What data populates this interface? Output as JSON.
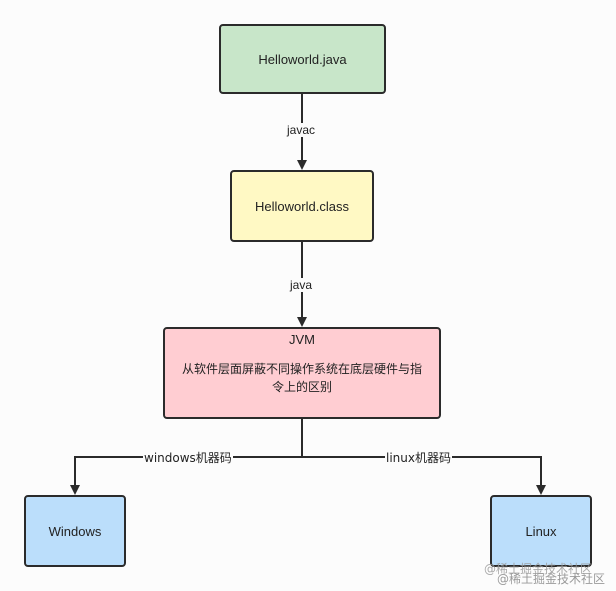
{
  "nodes": {
    "java_source": {
      "label": "Helloworld.java",
      "fill": "#c8e6c9"
    },
    "class_file": {
      "label": "Helloworld.class",
      "fill": "#fff9c4"
    },
    "jvm": {
      "title": "JVM",
      "description": "从软件层面屏蔽不同操作系统在底层硬件与指令上的区别",
      "fill": "#ffcdd2"
    },
    "windows": {
      "label": "Windows",
      "fill": "#bbdefb"
    },
    "linux": {
      "label": "Linux",
      "fill": "#bbdefb"
    }
  },
  "edges": {
    "java_to_class": {
      "label": "javac"
    },
    "class_to_jvm": {
      "label": "java"
    },
    "jvm_to_windows": {
      "label": "windows机器码"
    },
    "jvm_to_linux": {
      "label": "linux机器码"
    }
  },
  "watermark": {
    "line1": "@稀土掘金技术社区",
    "line2": "@稀土掘金技术社区"
  },
  "colors": {
    "stroke": "#2b2b2b",
    "background": "#fcfcfc"
  }
}
